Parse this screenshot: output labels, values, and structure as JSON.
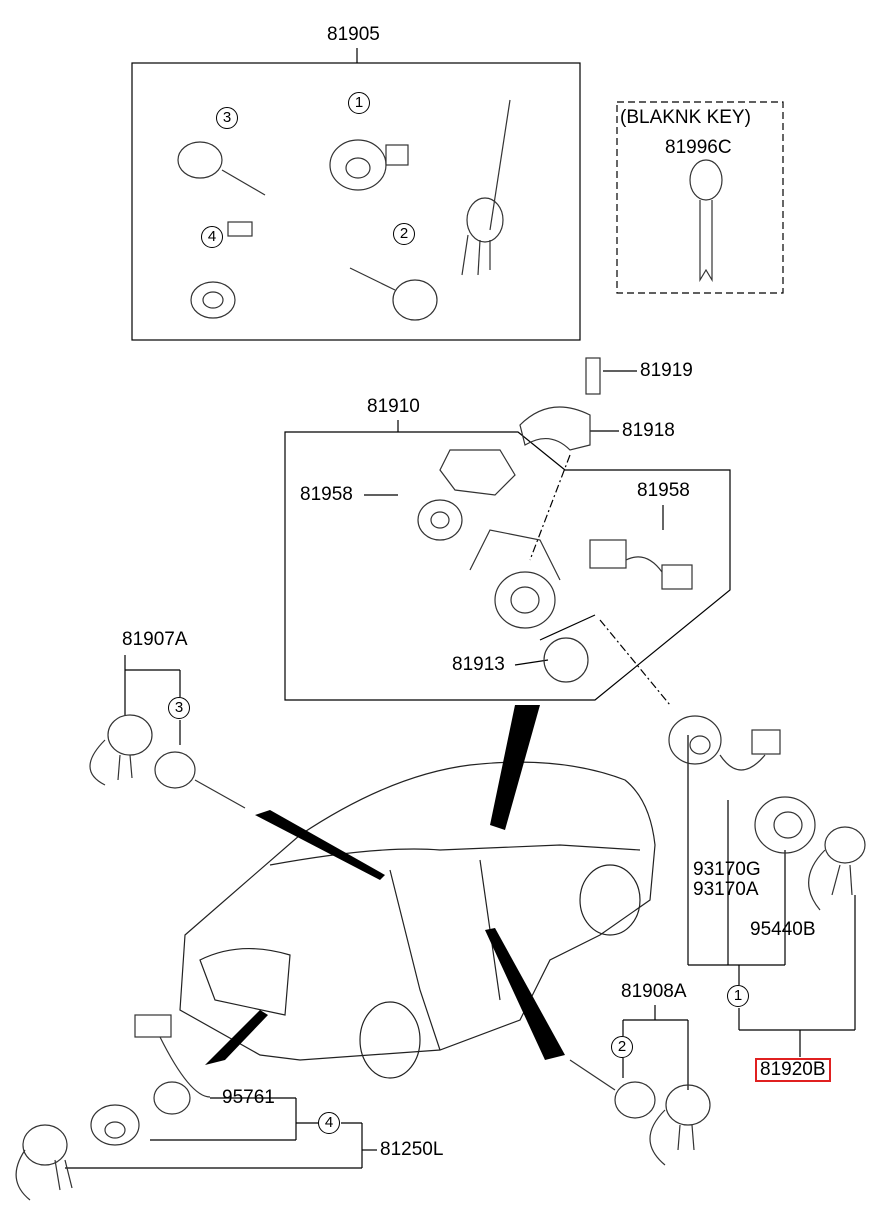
{
  "labels": {
    "assembly_top": "81905",
    "blank_key_title": "(BLAKNK KEY)",
    "blank_key": "81996C",
    "bolt": "81919",
    "bracket": "81918",
    "lock_assembly": "81910",
    "screw_left": "81958",
    "screw_right": "81958",
    "cap": "81913",
    "trunk_set": "81907A",
    "module_g": "93170G",
    "module_a": "93170A",
    "antenna": "95440B",
    "key_set": "81920B",
    "door_set": "81908A",
    "trunk_switch": "95761",
    "tailgate_lock": "81250L"
  },
  "callouts": {
    "c1": "1",
    "c2": "2",
    "c3": "3",
    "c4": "4"
  },
  "highlight_color": "#e02020"
}
